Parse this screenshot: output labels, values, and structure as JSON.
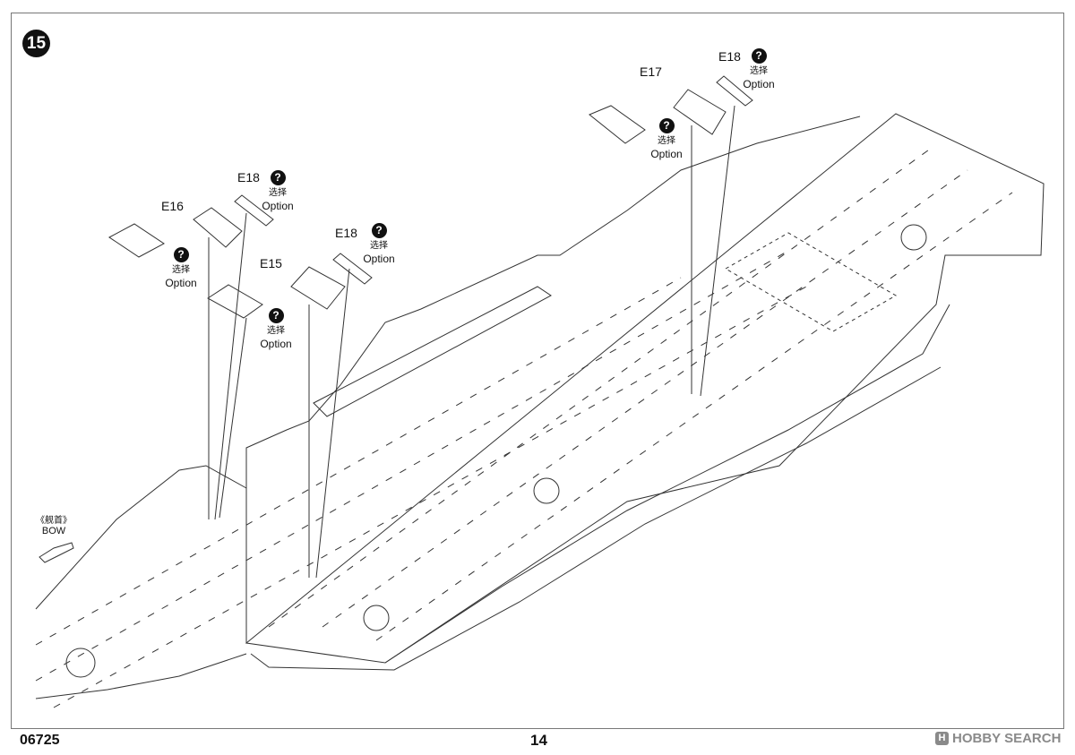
{
  "step": {
    "number": "15"
  },
  "parts": {
    "e15": "E15",
    "e16": "E16",
    "e17": "E17",
    "e18_a": "E18",
    "e18_b": "E18",
    "e18_c": "E18"
  },
  "option": {
    "mark": "?",
    "cn": "选择",
    "en": "Option"
  },
  "bow": {
    "cn": "《舰首》",
    "en": "BOW"
  },
  "footer": {
    "product_code": "06725",
    "page_number": "14",
    "watermark": "HOBBY SEARCH"
  }
}
